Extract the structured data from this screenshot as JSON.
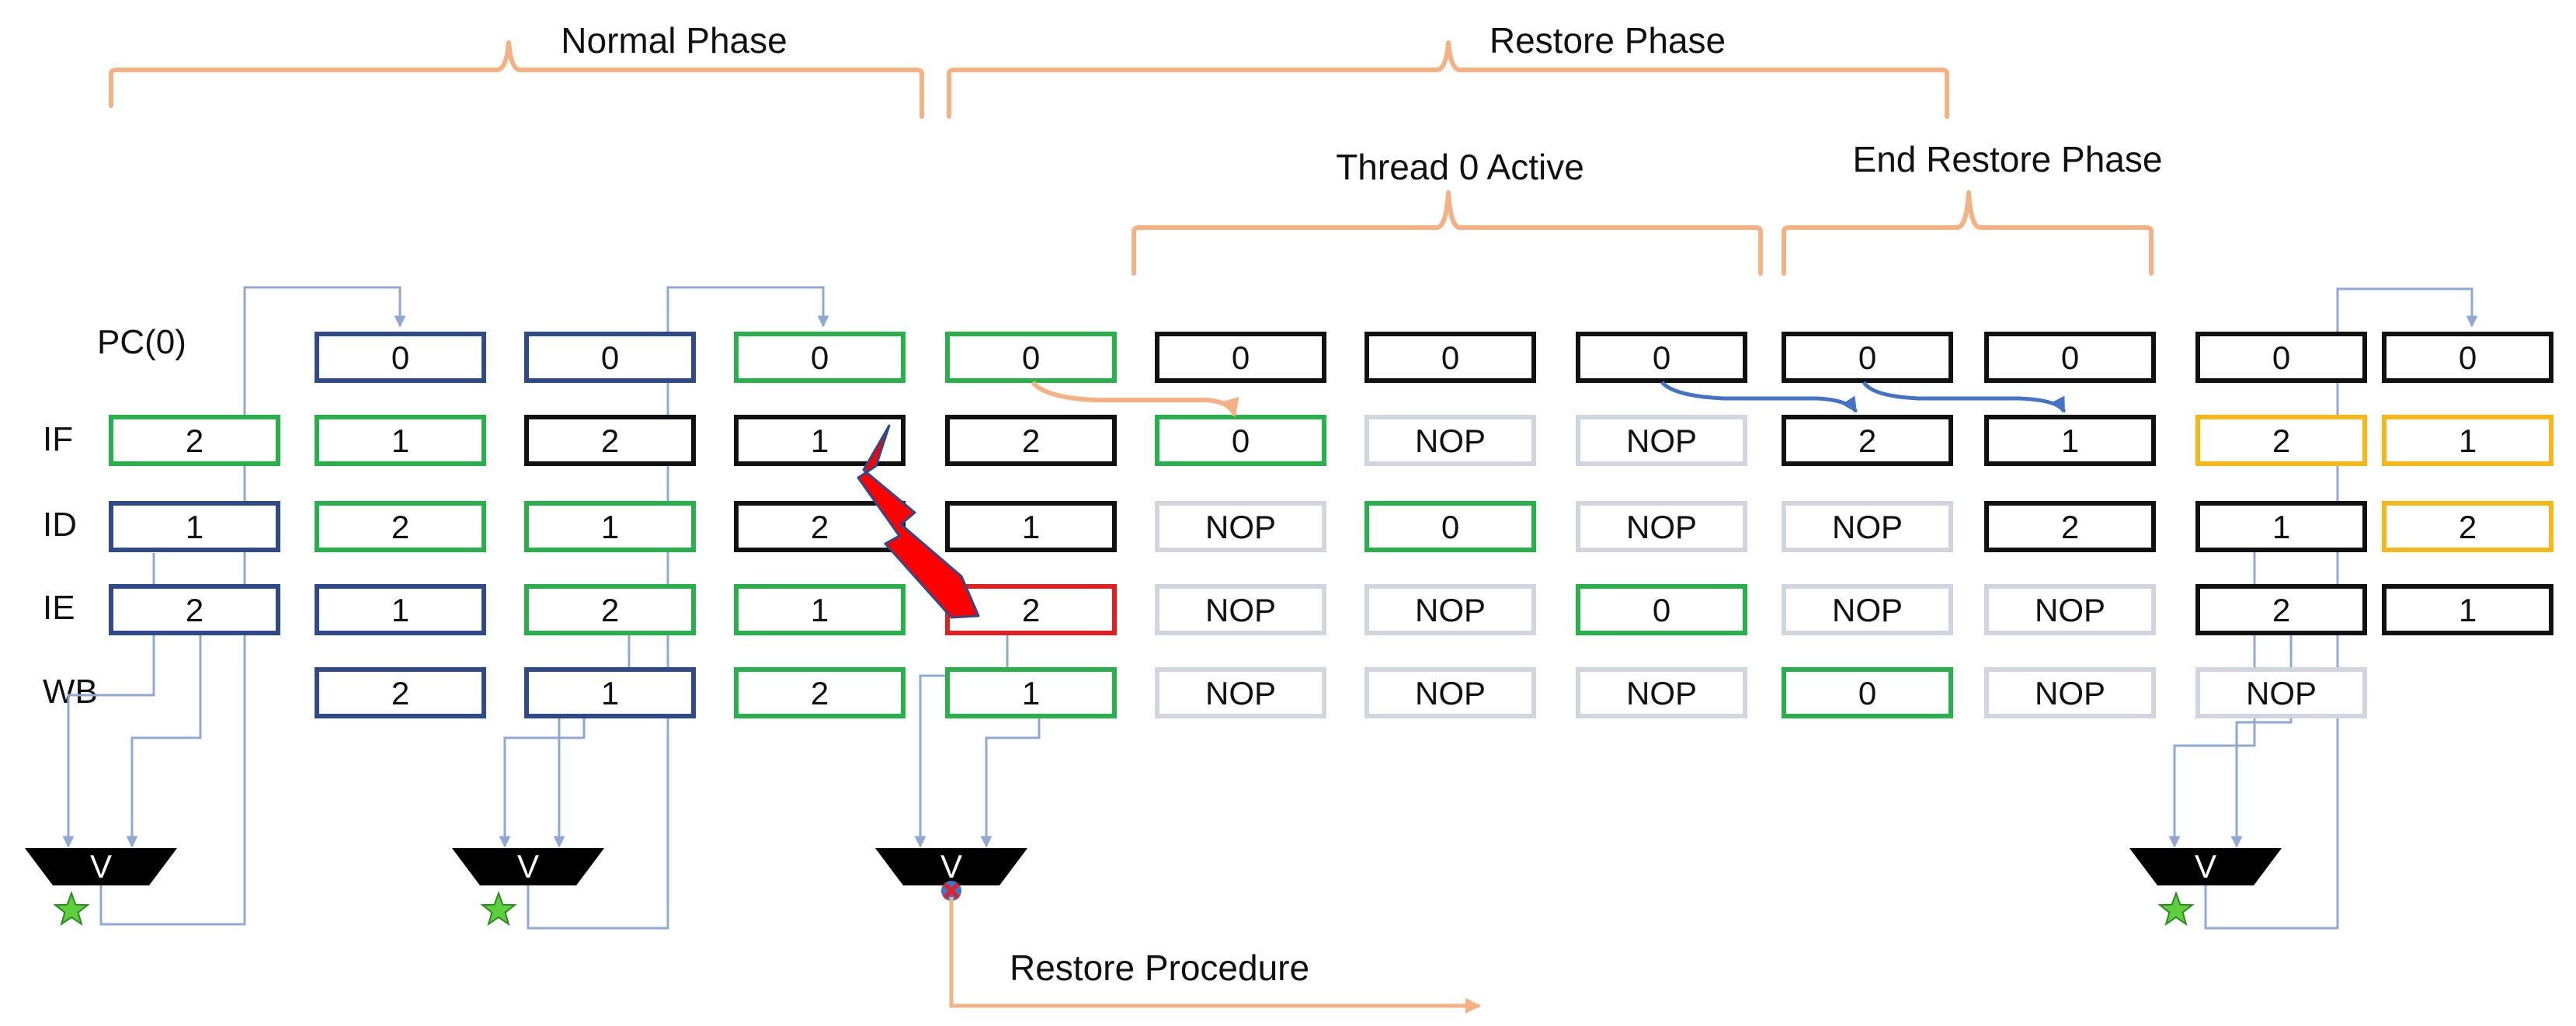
{
  "phases": {
    "normal": "Normal Phase",
    "restore": "Restore Phase",
    "thread0_active": "Thread 0 Active",
    "end_restore": "End Restore Phase"
  },
  "rows": [
    "PC(0)",
    "IF",
    "ID",
    "IE",
    "WB"
  ],
  "voter_label": "V",
  "restore_procedure": "Restore Procedure",
  "colors": {
    "blue": "#2e4a8a",
    "green": "#28b04a",
    "black": "#111111",
    "gray": "#d0d5de",
    "red": "#e02020",
    "yellow": "#f5b818",
    "brace": "#f4b183",
    "wire": "#8fa8d6",
    "pc_arrow_orange": "#f4b183",
    "pc_arrow_blue": "#4472c4"
  },
  "columns": [
    {
      "cells": [
        null,
        {
          "v": "2",
          "c": "green"
        },
        {
          "v": "1",
          "c": "blue"
        },
        {
          "v": "2",
          "c": "blue"
        },
        null
      ]
    },
    {
      "cells": [
        {
          "v": "0",
          "c": "blue"
        },
        {
          "v": "1",
          "c": "green"
        },
        {
          "v": "2",
          "c": "green"
        },
        {
          "v": "1",
          "c": "blue"
        },
        {
          "v": "2",
          "c": "blue"
        }
      ]
    },
    {
      "cells": [
        {
          "v": "0",
          "c": "blue"
        },
        {
          "v": "2",
          "c": "black"
        },
        {
          "v": "1",
          "c": "green"
        },
        {
          "v": "2",
          "c": "green"
        },
        {
          "v": "1",
          "c": "blue"
        }
      ]
    },
    {
      "cells": [
        {
          "v": "0",
          "c": "green"
        },
        {
          "v": "1",
          "c": "black"
        },
        {
          "v": "2",
          "c": "black"
        },
        {
          "v": "1",
          "c": "green"
        },
        {
          "v": "2",
          "c": "green"
        }
      ]
    },
    {
      "cells": [
        {
          "v": "0",
          "c": "green"
        },
        {
          "v": "2",
          "c": "black"
        },
        {
          "v": "1",
          "c": "black"
        },
        {
          "v": "2",
          "c": "red"
        },
        {
          "v": "1",
          "c": "green"
        }
      ]
    },
    {
      "cells": [
        {
          "v": "0",
          "c": "black"
        },
        {
          "v": "0",
          "c": "green"
        },
        {
          "v": "NOP",
          "c": "gray"
        },
        {
          "v": "NOP",
          "c": "gray"
        },
        {
          "v": "NOP",
          "c": "gray"
        }
      ]
    },
    {
      "cells": [
        {
          "v": "0",
          "c": "black"
        },
        {
          "v": "NOP",
          "c": "gray"
        },
        {
          "v": "0",
          "c": "green"
        },
        {
          "v": "NOP",
          "c": "gray"
        },
        {
          "v": "NOP",
          "c": "gray"
        }
      ]
    },
    {
      "cells": [
        {
          "v": "0",
          "c": "black"
        },
        {
          "v": "NOP",
          "c": "gray"
        },
        {
          "v": "NOP",
          "c": "gray"
        },
        {
          "v": "0",
          "c": "green"
        },
        {
          "v": "NOP",
          "c": "gray"
        }
      ]
    },
    {
      "cells": [
        {
          "v": "0",
          "c": "black"
        },
        {
          "v": "2",
          "c": "black"
        },
        {
          "v": "NOP",
          "c": "gray"
        },
        {
          "v": "NOP",
          "c": "gray"
        },
        {
          "v": "0",
          "c": "green"
        }
      ]
    },
    {
      "cells": [
        {
          "v": "0",
          "c": "black"
        },
        {
          "v": "1",
          "c": "black"
        },
        {
          "v": "2",
          "c": "black"
        },
        {
          "v": "NOP",
          "c": "gray"
        },
        {
          "v": "NOP",
          "c": "gray"
        }
      ]
    },
    {
      "cells": [
        {
          "v": "0",
          "c": "black"
        },
        {
          "v": "2",
          "c": "yellow"
        },
        {
          "v": "1",
          "c": "black"
        },
        {
          "v": "2",
          "c": "black"
        },
        {
          "v": "NOP",
          "c": "gray"
        }
      ]
    },
    {
      "cells": [
        {
          "v": "0",
          "c": "black"
        },
        {
          "v": "1",
          "c": "yellow"
        },
        {
          "v": "2",
          "c": "yellow"
        },
        {
          "v": "1",
          "c": "black"
        },
        null
      ]
    }
  ],
  "voters": [
    {
      "status": "pass",
      "status_icon": "green-star-icon"
    },
    {
      "status": "pass",
      "status_icon": "green-star-icon"
    },
    {
      "status": "fail",
      "status_icon": "red-x-icon"
    },
    {
      "status": "pass",
      "status_icon": "green-star-icon"
    }
  ],
  "fault_icon": "lightning-bolt-icon"
}
